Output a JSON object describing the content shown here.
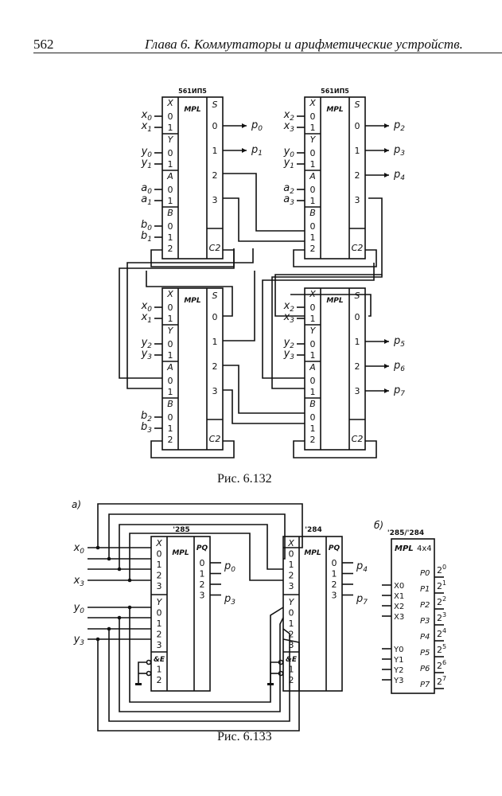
{
  "header": {
    "page_number": "562",
    "chapter_title": "Глава 6.  Коммутаторы и арифметические устройств."
  },
  "figure_132": {
    "caption": "Рис. 6.132",
    "chips": [
      {
        "part": "561ИП5",
        "function": "MPL",
        "sections": [
          {
            "name": "X",
            "pins": [
              "0",
              "1"
            ],
            "inputs": [
              "x0",
              "x1"
            ]
          },
          {
            "name": "Y",
            "pins": [
              "0",
              "1"
            ],
            "inputs": [
              "y0",
              "y1"
            ]
          },
          {
            "name": "A",
            "pins": [
              "0",
              "1"
            ],
            "inputs": [
              "a0",
              "a1"
            ]
          },
          {
            "name": "B",
            "pins": [
              "0",
              "1",
              "2"
            ],
            "inputs": [
              "b0",
              "b1",
              ""
            ]
          }
        ],
        "out_label": "S",
        "outs": [
          "0",
          "1",
          "2",
          "3"
        ],
        "carry": "C2",
        "outputs": [
          "p0",
          "p1",
          "",
          ""
        ]
      },
      {
        "part": "561ИП5",
        "function": "MPL",
        "sections": [
          {
            "name": "X",
            "pins": [
              "0",
              "1"
            ],
            "inputs": [
              "x2",
              "x3"
            ]
          },
          {
            "name": "Y",
            "pins": [
              "0",
              "1"
            ],
            "inputs": [
              "y0",
              "y1"
            ]
          },
          {
            "name": "A",
            "pins": [
              "0",
              "1"
            ],
            "inputs": [
              "a2",
              "a3"
            ]
          },
          {
            "name": "B",
            "pins": [
              "0",
              "1",
              "2"
            ],
            "inputs": [
              "",
              "",
              ""
            ]
          }
        ],
        "out_label": "S",
        "outs": [
          "0",
          "1",
          "2",
          "3"
        ],
        "carry": "C2",
        "outputs": [
          "p2",
          "p3",
          "p4",
          ""
        ]
      },
      {
        "part": "",
        "function": "MPL",
        "sections": [
          {
            "name": "X",
            "pins": [
              "0",
              "1"
            ],
            "inputs": [
              "x0",
              "x1"
            ]
          },
          {
            "name": "Y",
            "pins": [
              "0",
              "1"
            ],
            "inputs": [
              "y2",
              "y3"
            ]
          },
          {
            "name": "A",
            "pins": [
              "0",
              "1"
            ],
            "inputs": [
              "",
              ""
            ]
          },
          {
            "name": "B",
            "pins": [
              "0",
              "1",
              "2"
            ],
            "inputs": [
              "b2",
              "b3",
              ""
            ]
          }
        ],
        "out_label": "S",
        "outs": [
          "0",
          "1",
          "2",
          "3"
        ],
        "carry": "C2",
        "outputs": [
          "",
          "",
          "",
          ""
        ]
      },
      {
        "part": "",
        "function": "MPL",
        "sections": [
          {
            "name": "X",
            "pins": [
              "0",
              "1"
            ],
            "inputs": [
              "x2",
              "x3"
            ]
          },
          {
            "name": "Y",
            "pins": [
              "0",
              "1"
            ],
            "inputs": [
              "y2",
              "y3"
            ]
          },
          {
            "name": "A",
            "pins": [
              "0",
              "1"
            ],
            "inputs": [
              "",
              ""
            ]
          },
          {
            "name": "B",
            "pins": [
              "0",
              "1",
              "2"
            ],
            "inputs": [
              "",
              "",
              ""
            ]
          }
        ],
        "out_label": "S",
        "outs": [
          "0",
          "1",
          "2",
          "3"
        ],
        "carry": "C2",
        "outputs": [
          "",
          "p5",
          "p6",
          "p7"
        ]
      }
    ]
  },
  "figure_133": {
    "caption": "Рис. 6.133",
    "part_a": {
      "label": "a)",
      "inputs": [
        "x0",
        "x3",
        "y0",
        "y3"
      ],
      "chips": [
        {
          "part": "'285",
          "function": "MPL",
          "out_label": "PQ",
          "x_pins": [
            "X",
            "0",
            "1",
            "2",
            "3"
          ],
          "y_pins": [
            "Y",
            "0",
            "1",
            "2",
            "3"
          ],
          "e_pins": [
            "&E",
            "1",
            "2"
          ],
          "outs": [
            "0",
            "1",
            "2",
            "3"
          ],
          "outputs": [
            "p0",
            "p3"
          ]
        },
        {
          "part": "'284",
          "function": "MPL",
          "out_label": "PQ",
          "x_pins": [
            "X",
            "0",
            "1",
            "2",
            "3"
          ],
          "y_pins": [
            "Y",
            "0",
            "1",
            "2",
            "3"
          ],
          "e_pins": [
            "&E",
            "1",
            "2"
          ],
          "outs": [
            "0",
            "1",
            "2",
            "3"
          ],
          "outputs": [
            "p4",
            "p7"
          ]
        }
      ]
    },
    "part_b": {
      "label": "б)",
      "part": "'285/'284",
      "function": "MPL",
      "size": "4x4",
      "x_inputs": [
        "X0",
        "X1",
        "X2",
        "X3"
      ],
      "y_inputs": [
        "Y0",
        "Y1",
        "Y2",
        "Y3"
      ],
      "outputs": [
        "P0",
        "P1",
        "P2",
        "P3",
        "P4",
        "P5",
        "P6",
        "P7"
      ],
      "weights": [
        "2",
        "2",
        "2",
        "2",
        "2",
        "2",
        "2",
        "2"
      ],
      "weight_exponents": [
        "0",
        "1",
        "2",
        "3",
        "4",
        "5",
        "6",
        "7"
      ]
    }
  }
}
